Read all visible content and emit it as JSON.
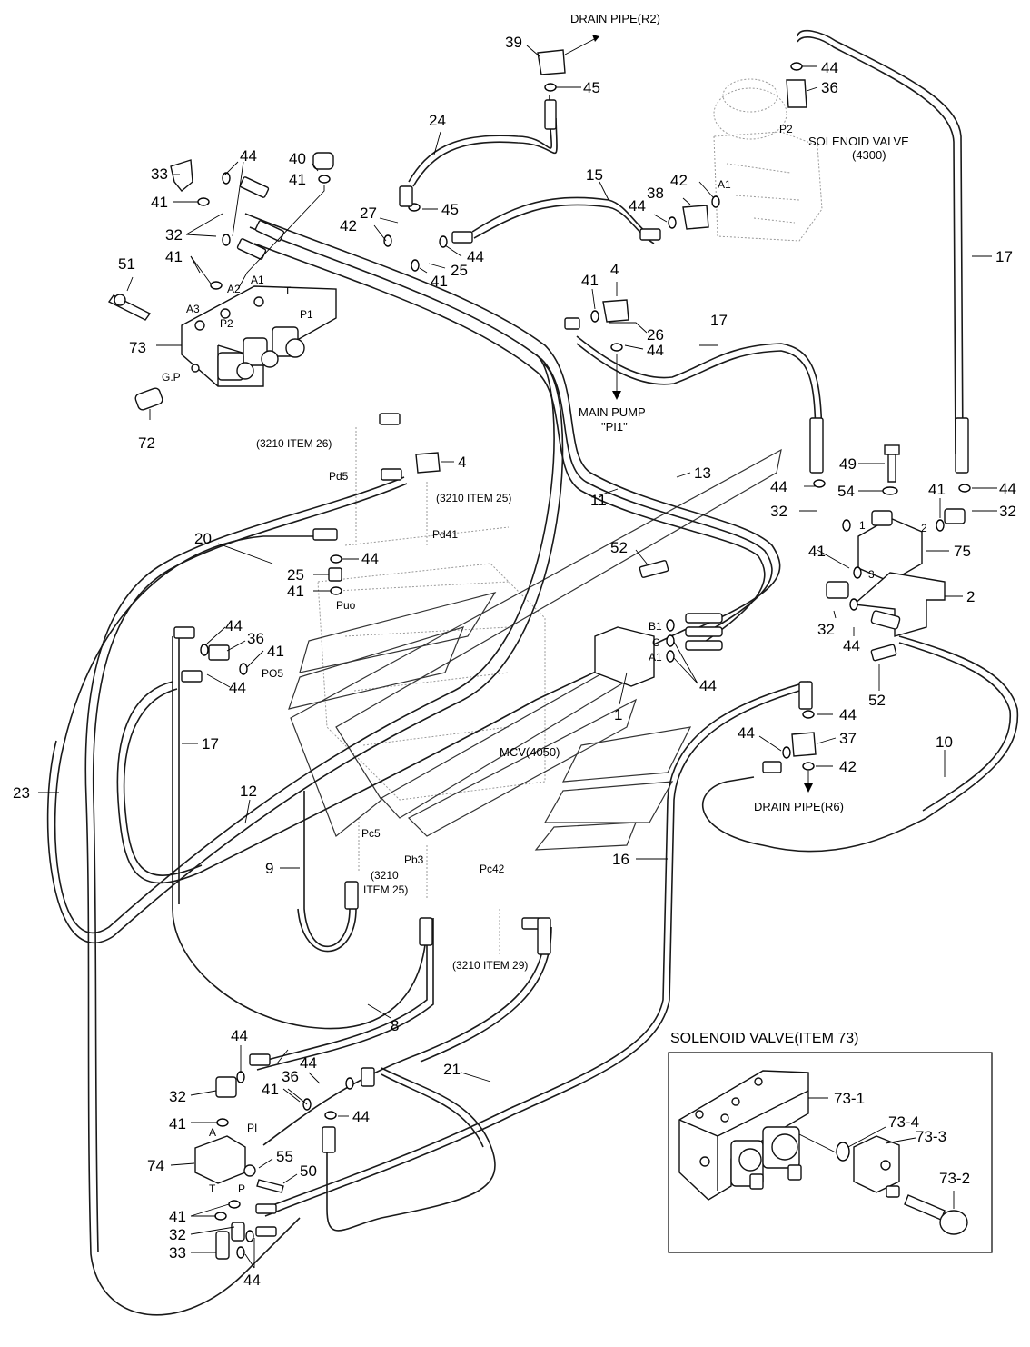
{
  "notes": {
    "drain_r2": "DRAIN PIPE(R2)",
    "drain_r6": "DRAIN PIPE(R6)",
    "solenoid_valve_4300": "SOLENOID VALVE",
    "solenoid_valve_4300_code": "(4300)",
    "main_pump": "MAIN PUMP",
    "main_pump_port": "\"PI1\"",
    "mcv": "MCV(4050)",
    "item26": "(3210 ITEM 26)",
    "item25a": "(3210 ITEM 25)",
    "item25b_l1": "(3210",
    "item25b_l2": "ITEM 25)",
    "item29": "(3210 ITEM 29)"
  },
  "ports": [
    "P2",
    "A1",
    "A1",
    "A2",
    "A3",
    "P1",
    "T",
    "P2",
    "G.P",
    "Pd5",
    "Pd41",
    "Puo",
    "PO5",
    "Pc5",
    "Pb3",
    "Pc42",
    "B1",
    "C",
    "A1",
    "1",
    "2",
    "3",
    "A",
    "PI",
    "T",
    "P"
  ],
  "inset": {
    "title": "SOLENOID VALVE(ITEM 73)",
    "items": [
      "73-1",
      "73-4",
      "73-3",
      "73-2"
    ]
  },
  "callouts": [
    {
      "id": "c39",
      "text": "39"
    },
    {
      "id": "c45a",
      "text": "45"
    },
    {
      "id": "c44a",
      "text": "44"
    },
    {
      "id": "c36a",
      "text": "36"
    },
    {
      "id": "c24",
      "text": "24"
    },
    {
      "id": "c44b",
      "text": "44"
    },
    {
      "id": "c40",
      "text": "40"
    },
    {
      "id": "c33a",
      "text": "33"
    },
    {
      "id": "c41a",
      "text": "41"
    },
    {
      "id": "c41b",
      "text": "41"
    },
    {
      "id": "c32a",
      "text": "32"
    },
    {
      "id": "c27",
      "text": "27"
    },
    {
      "id": "c42a",
      "text": "42"
    },
    {
      "id": "c45b",
      "text": "45"
    },
    {
      "id": "c15",
      "text": "15"
    },
    {
      "id": "c44c",
      "text": "44"
    },
    {
      "id": "c38",
      "text": "38"
    },
    {
      "id": "c42b",
      "text": "42"
    },
    {
      "id": "c17a",
      "text": "17"
    },
    {
      "id": "c41c",
      "text": "41"
    },
    {
      "id": "c25a",
      "text": "25"
    },
    {
      "id": "c44d",
      "text": "44"
    },
    {
      "id": "c41d",
      "text": "41"
    },
    {
      "id": "c51",
      "text": "51"
    },
    {
      "id": "c4a",
      "text": "4"
    },
    {
      "id": "c41e",
      "text": "41"
    },
    {
      "id": "c26",
      "text": "26"
    },
    {
      "id": "c44e",
      "text": "44"
    },
    {
      "id": "c17b",
      "text": "17"
    },
    {
      "id": "c73",
      "text": "73"
    },
    {
      "id": "c72",
      "text": "72"
    },
    {
      "id": "c4b",
      "text": "4"
    },
    {
      "id": "c13",
      "text": "13"
    },
    {
      "id": "c11",
      "text": "11"
    },
    {
      "id": "c49",
      "text": "49"
    },
    {
      "id": "c44f",
      "text": "44"
    },
    {
      "id": "c54",
      "text": "54"
    },
    {
      "id": "c41f",
      "text": "41"
    },
    {
      "id": "c44g",
      "text": "44"
    },
    {
      "id": "c32b",
      "text": "32"
    },
    {
      "id": "c32c",
      "text": "32"
    },
    {
      "id": "c20",
      "text": "20"
    },
    {
      "id": "c52a",
      "text": "52"
    },
    {
      "id": "c44h",
      "text": "44"
    },
    {
      "id": "c41g",
      "text": "41"
    },
    {
      "id": "c75",
      "text": "75"
    },
    {
      "id": "c25b",
      "text": "25"
    },
    {
      "id": "c41h",
      "text": "41"
    },
    {
      "id": "c2",
      "text": "2"
    },
    {
      "id": "c44i",
      "text": "44"
    },
    {
      "id": "c36b",
      "text": "36"
    },
    {
      "id": "c41i",
      "text": "41"
    },
    {
      "id": "c44j",
      "text": "44"
    },
    {
      "id": "c32d",
      "text": "32"
    },
    {
      "id": "c44k",
      "text": "44"
    },
    {
      "id": "c44l",
      "text": "44"
    },
    {
      "id": "c52b",
      "text": "52"
    },
    {
      "id": "c1",
      "text": "1"
    },
    {
      "id": "c17c",
      "text": "17"
    },
    {
      "id": "c44m",
      "text": "44"
    },
    {
      "id": "c44n",
      "text": "44"
    },
    {
      "id": "c37",
      "text": "37"
    },
    {
      "id": "c10",
      "text": "10"
    },
    {
      "id": "c42c",
      "text": "42"
    },
    {
      "id": "c23",
      "text": "23"
    },
    {
      "id": "c12",
      "text": "12"
    },
    {
      "id": "c9",
      "text": "9"
    },
    {
      "id": "c16",
      "text": "16"
    },
    {
      "id": "c8",
      "text": "8"
    },
    {
      "id": "c44o",
      "text": "44"
    },
    {
      "id": "c44p",
      "text": "44"
    },
    {
      "id": "c21",
      "text": "21"
    },
    {
      "id": "c32e",
      "text": "32"
    },
    {
      "id": "c41j",
      "text": "41"
    },
    {
      "id": "c36c",
      "text": "36"
    },
    {
      "id": "c44q",
      "text": "44"
    },
    {
      "id": "c41k",
      "text": "41"
    },
    {
      "id": "c74",
      "text": "74"
    },
    {
      "id": "c55",
      "text": "55"
    },
    {
      "id": "c50",
      "text": "50"
    },
    {
      "id": "c41l",
      "text": "41"
    },
    {
      "id": "c32f",
      "text": "32"
    },
    {
      "id": "c33b",
      "text": "33"
    },
    {
      "id": "c44r",
      "text": "44"
    }
  ]
}
